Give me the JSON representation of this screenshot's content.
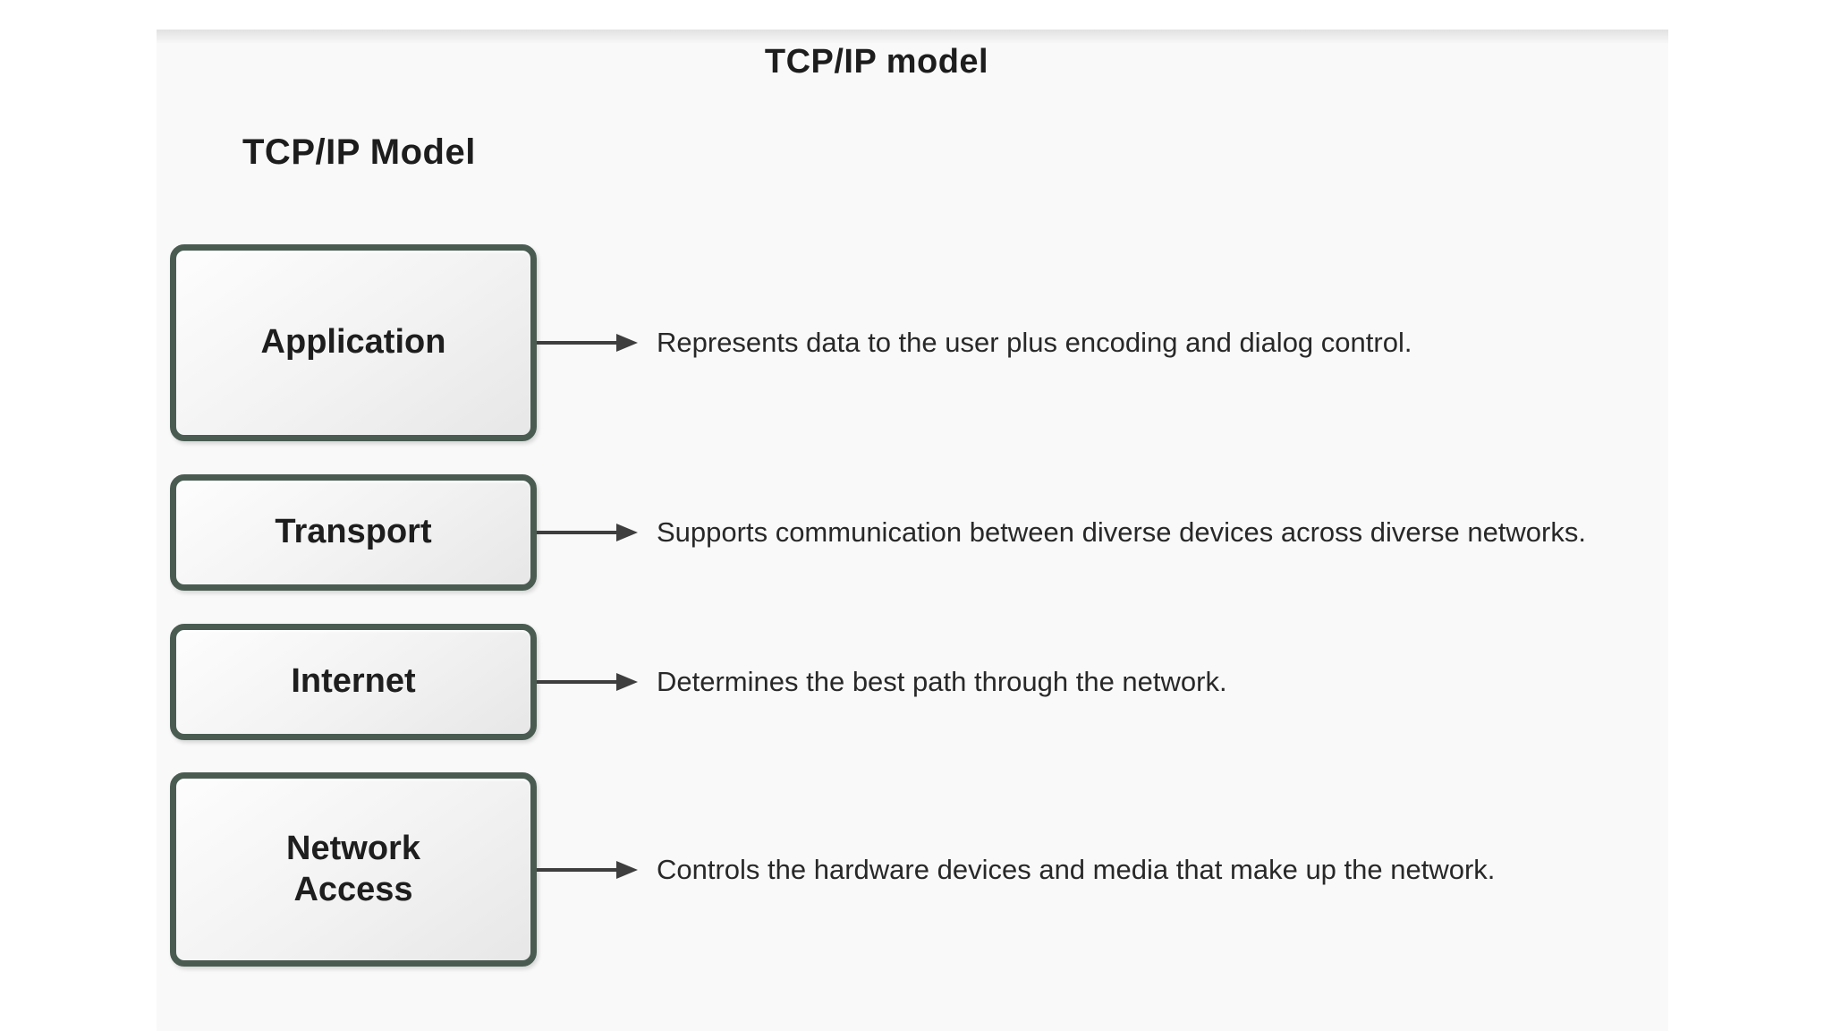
{
  "page": {
    "title": "TCP/IP model",
    "side_label": "TCP/IP Model"
  },
  "diagram": {
    "layers": [
      {
        "name": "Application",
        "description": "Represents data to the user plus encoding and dialog control."
      },
      {
        "name": "Transport",
        "description": "Supports communication between diverse devices across diverse networks."
      },
      {
        "name": "Internet",
        "description": "Determines the best path through the network."
      },
      {
        "name": "Network Access",
        "description": "Controls the hardware devices and media that make up the network."
      }
    ],
    "colors": {
      "box_border": "#4a5c52",
      "arrow": "#3e3e3e",
      "panel_bg": "#f9f9f9"
    }
  }
}
